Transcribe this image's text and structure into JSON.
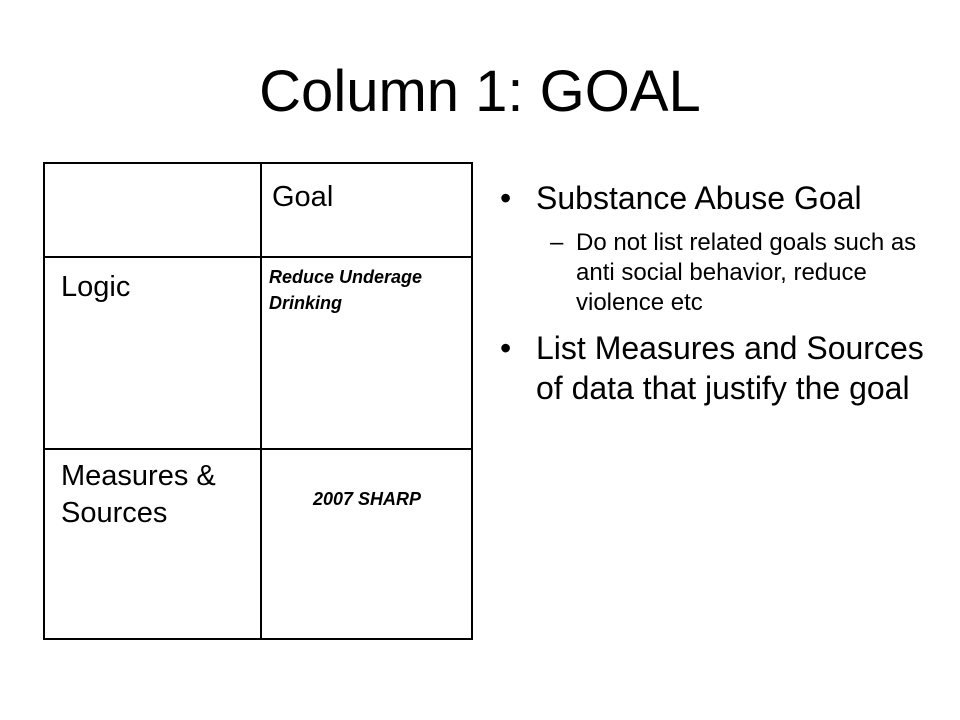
{
  "slide": {
    "title": "Column 1: GOAL"
  },
  "table": {
    "header_value": "Goal",
    "rows": [
      {
        "label": "Logic",
        "value": "Reduce Underage Drinking"
      },
      {
        "label": "Measures & Sources",
        "value": "2007 SHARP"
      }
    ]
  },
  "bullets": {
    "marker": "•",
    "sub_marker": "–",
    "item1": "Substance Abuse Goal",
    "item1_sub": "Do not list related goals such as anti social behavior, reduce violence etc",
    "item2": "List Measures and Sources of data that justify the goal"
  }
}
